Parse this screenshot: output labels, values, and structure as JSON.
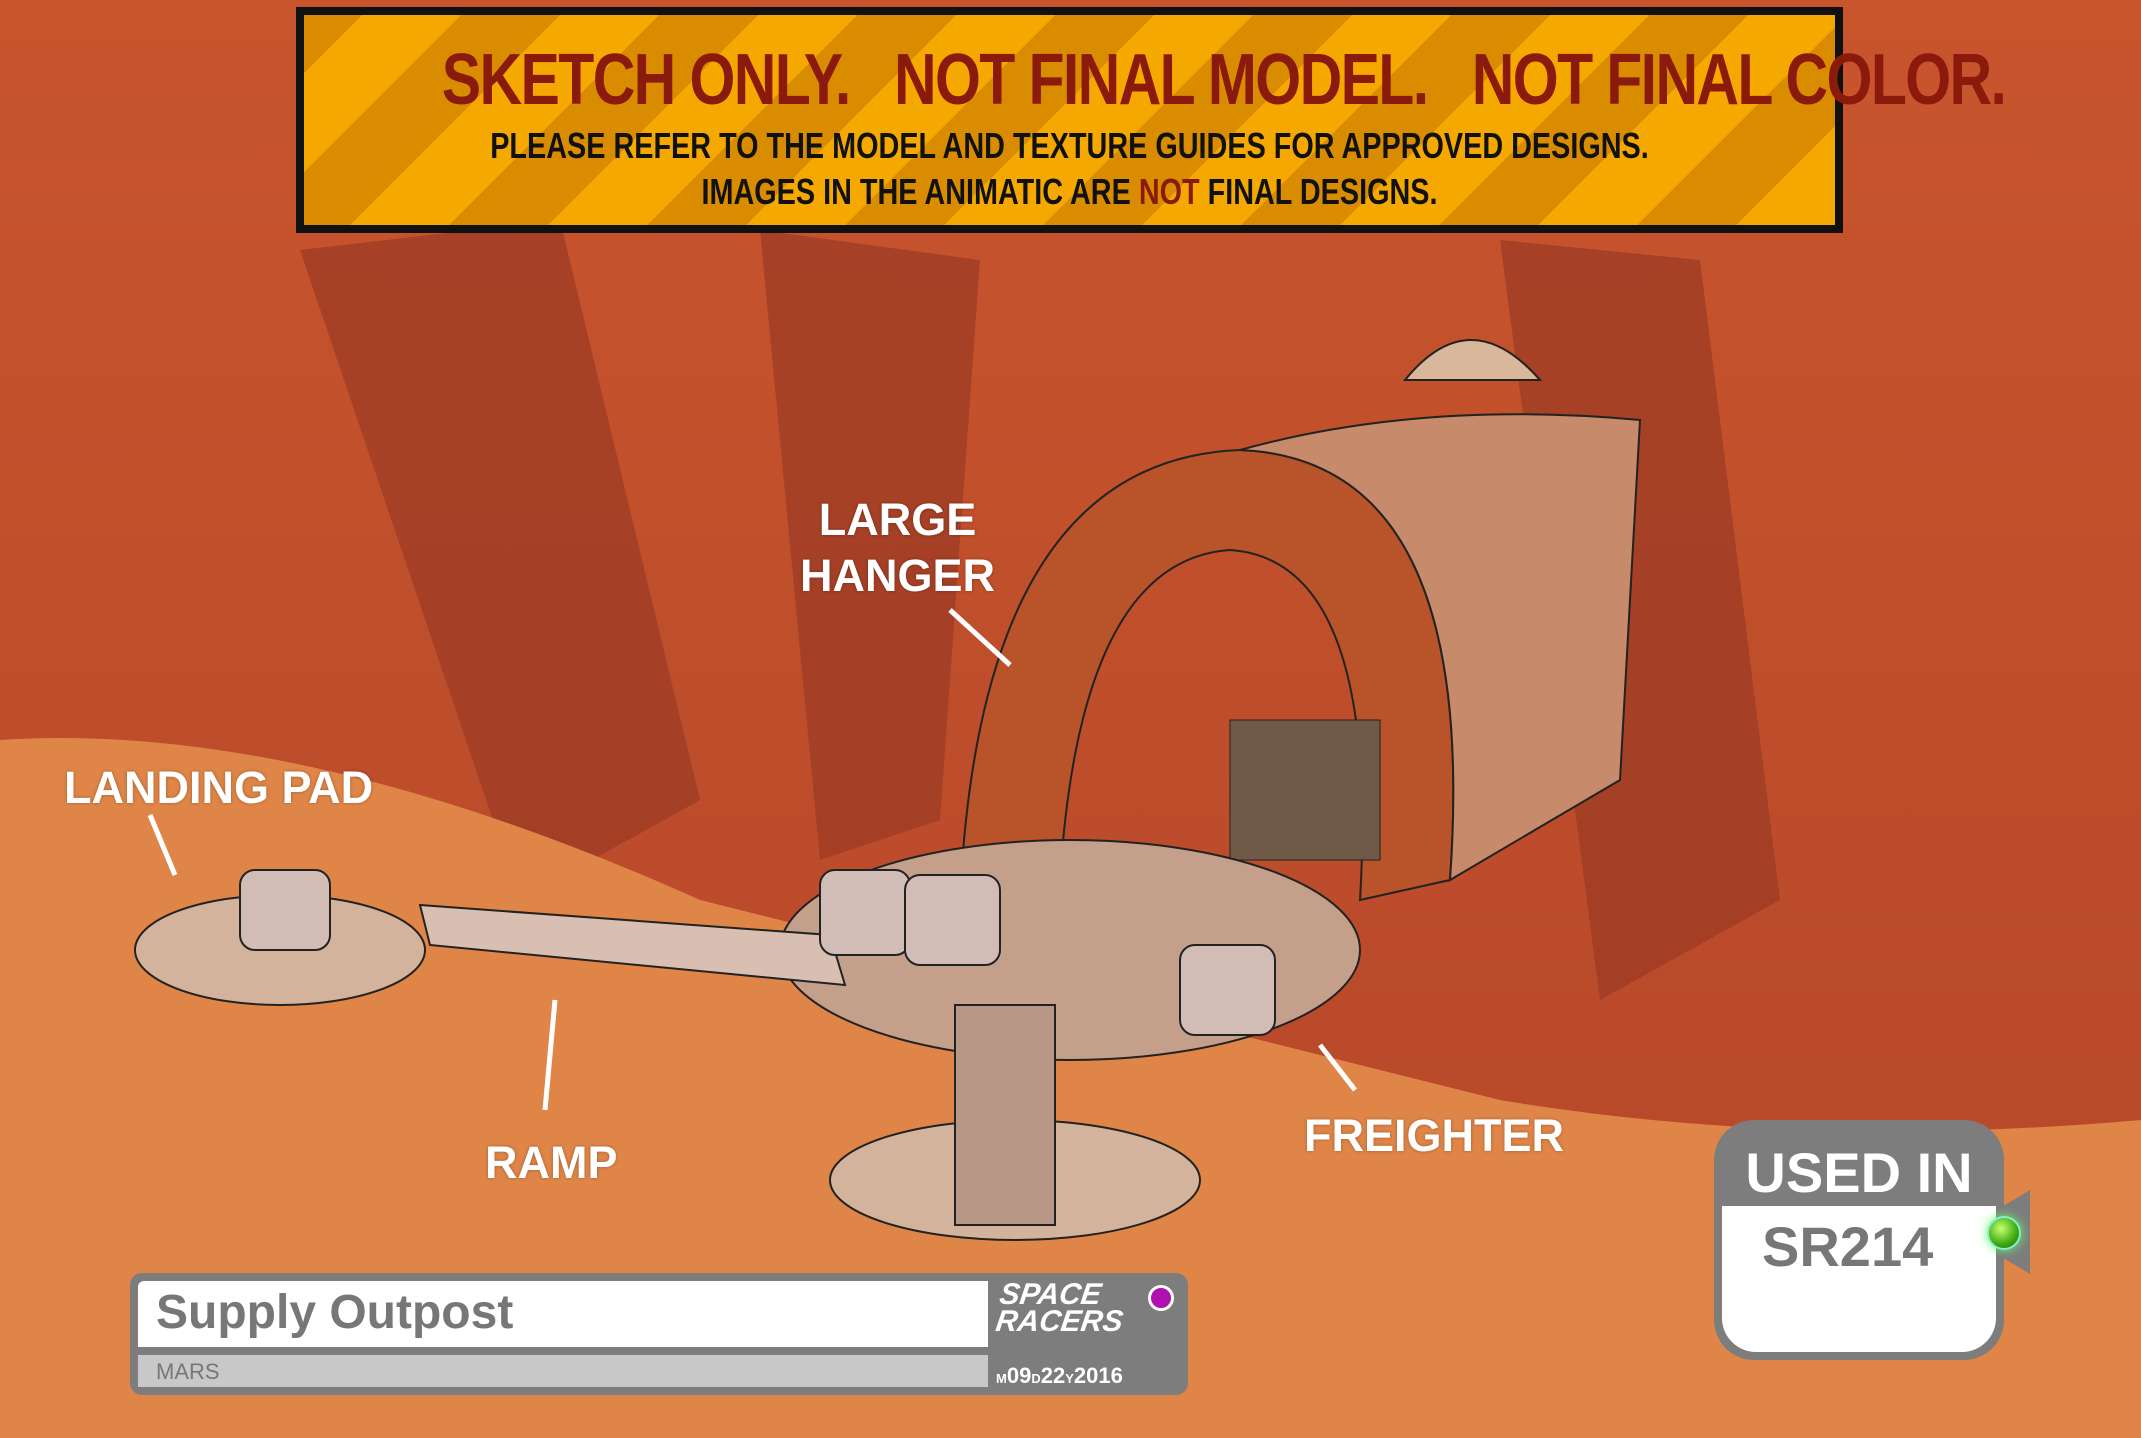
{
  "banner": {
    "line1": "SKETCH ONLY.   NOT FINAL MODEL.   NOT FINAL COLOR.",
    "line2": "PLEASE REFER TO THE MODEL AND TEXTURE GUIDES FOR APPROVED DESIGNS.",
    "line3_pre": "IMAGES IN THE ANIMATIC ARE ",
    "line3_red": "NOT",
    "line3_post": " FINAL DESIGNS."
  },
  "callouts": {
    "large_hanger_1": "LARGE",
    "large_hanger_2": "HANGER",
    "landing_pad": "LANDING PAD",
    "ramp": "RAMP",
    "freighter": "FREIGHTER"
  },
  "title_card": {
    "title": "Supply Outpost",
    "location": "MARS",
    "logo_line1": "SPACE",
    "logo_line2": "RACERS",
    "date_m": "M",
    "date_month": "09",
    "date_d": "D",
    "date_day": "22",
    "date_y": "Y",
    "date_year": "2016"
  },
  "used_in": {
    "heading": "USED IN",
    "episode": "SR214"
  },
  "colors": {
    "banner": "#f5a800",
    "warning_red": "#8a1a0c",
    "card_gray": "#7d7d7d",
    "status_dot": "#b010b0",
    "led": "#3caa10"
  }
}
